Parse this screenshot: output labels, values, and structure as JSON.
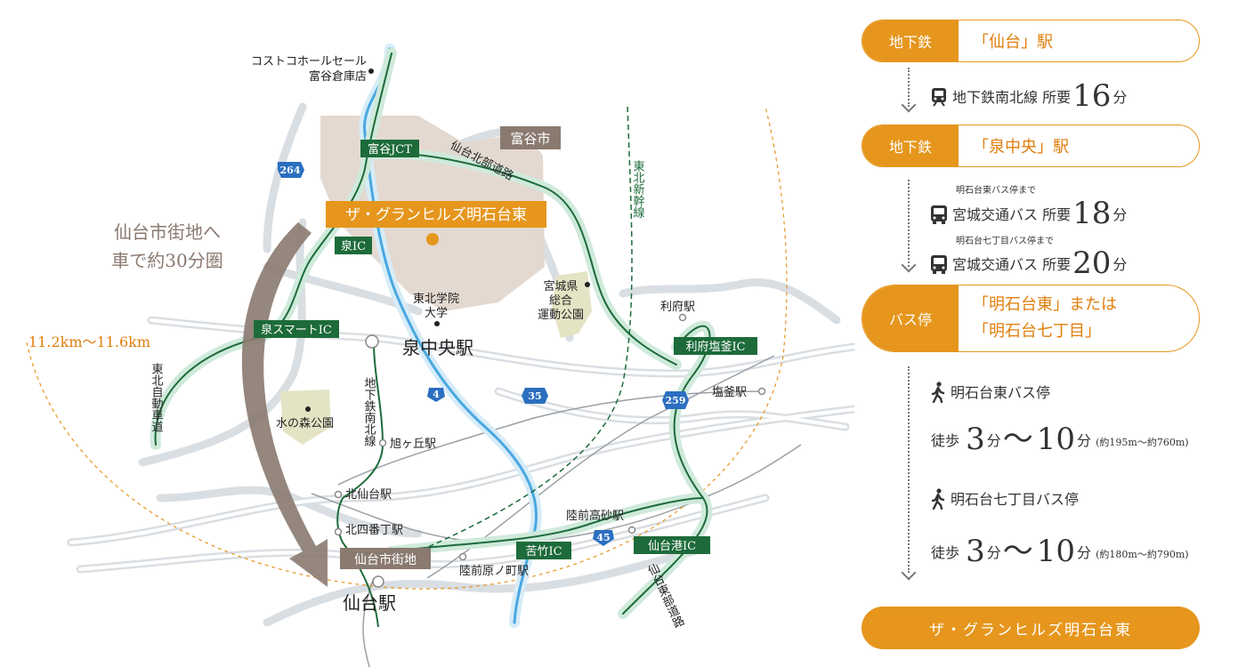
{
  "colors": {
    "accent": "#e6961d",
    "accent_text": "#e07e0c",
    "green": "#1d6b3a",
    "blue": "#4aa8e0",
    "taupe": "#8a7a70"
  },
  "map": {
    "labels": {
      "costco": [
        "コストコホールセール",
        "富谷倉庫店"
      ],
      "tomiya_city": "富谷市",
      "tomiya_jct": "富谷JCT",
      "sendai_hokubu": "仙台北部道路",
      "tohoku_shinkansen": "東北新幹線",
      "property": "ザ・グランヒルズ明石台東",
      "izumi_ic": "泉IC",
      "izumi_smart_ic": "泉スマートIC",
      "tohoku_gakuin": [
        "東北学院",
        "大学"
      ],
      "miyagi_park": [
        "宮城県",
        "総合",
        "運動公園"
      ],
      "rifu_station": "利府駅",
      "rifu_shiogama_ic": "利府塩釜IC",
      "izumi_chuo_station": "泉中央駅",
      "tohoku_expressway": "東北自動車道",
      "subway_line": "地下鉄南北線",
      "mizunomori": "水の森公園",
      "asahigaoka": "旭ヶ丘駅",
      "shiogama_station": "塩釜駅",
      "kitasendai": "北仙台駅",
      "kitayobancho": "北四番丁駅",
      "rikuzen_takasago": "陸前高砂駅",
      "nigatake_ic": "苦竹IC",
      "sendaiko_ic": "仙台港IC",
      "sendai_tobu": "仙台東部道路",
      "downtown": "仙台市街地",
      "haranomachi": "陸前原ノ町駅",
      "sendai_station": "仙台駅",
      "drive_note": [
        "仙台市街地へ",
        "車で約30分圏"
      ],
      "radius": "11.2km〜11.6km",
      "route_264": "264",
      "route_4": "4",
      "route_35": "35",
      "route_259": "259",
      "route_45": "45"
    }
  },
  "route": {
    "step1": {
      "tag": "地下鉄",
      "value": "「仙台」駅"
    },
    "ride1": {
      "icon": "train-icon",
      "line": "地下鉄南北線",
      "req": "所要",
      "min": "16",
      "unit": "分"
    },
    "step2": {
      "tag": "地下鉄",
      "value": "「泉中央」駅"
    },
    "bus1": {
      "icon": "bus-icon",
      "note": "明石台東バス停まで",
      "line": "宮城交通バス",
      "req": "所要",
      "min": "18",
      "unit": "分"
    },
    "bus2": {
      "icon": "bus-icon",
      "note": "明石台七丁目バス停まで",
      "line": "宮城交通バス",
      "req": "所要",
      "min": "20",
      "unit": "分"
    },
    "step3": {
      "tag": "バス停",
      "value1": "「明石台東」または",
      "value2": "「明石台七丁目」"
    },
    "walk1": {
      "icon": "walker-icon",
      "stop": "明石台東バス停",
      "walk": "徒歩",
      "from": "3",
      "unit": "分",
      "sep": "〜",
      "to": "10",
      "unit2": "分",
      "dist": "(約195m〜約760m)"
    },
    "walk2": {
      "icon": "walker-icon",
      "stop": "明石台七丁目バス停",
      "walk": "徒歩",
      "from": "3",
      "unit": "分",
      "sep": "〜",
      "to": "10",
      "unit2": "分",
      "dist": "(約180m〜約790m)"
    },
    "final": "ザ・グランヒルズ明石台東"
  }
}
